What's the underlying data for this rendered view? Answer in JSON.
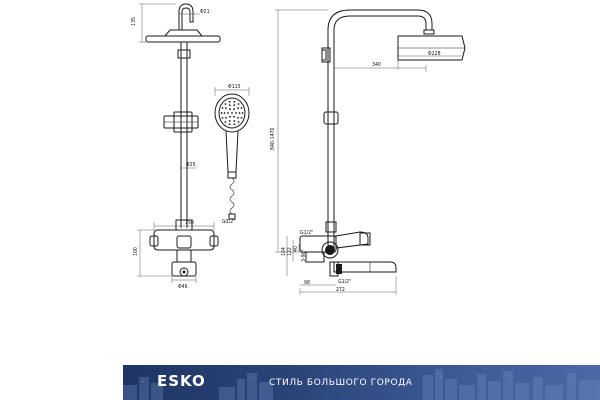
{
  "dimensions": {
    "bar_dia": "Φ21",
    "head_height": "135",
    "hand_dia": "Φ115",
    "rail_dia": "Φ25",
    "hose_thread": "G1/2\"",
    "mixer_width": "150",
    "mixer_height": "100",
    "outlet_dia": "Φ46",
    "total_height": "840-1470",
    "shower_dia": "Φ228",
    "arm_length": "340",
    "inlet_thread": "G1/2\"",
    "side_164": "164",
    "side_122": "122",
    "side_40": "40",
    "angle": "3-90°",
    "spout_98": "98",
    "spout_thread": "G1/2\"",
    "spout_272": "272"
  },
  "banner": {
    "brand": "ESKO",
    "tagline": "СТИЛЬ БОЛЬШОГО ГОРОДА"
  }
}
